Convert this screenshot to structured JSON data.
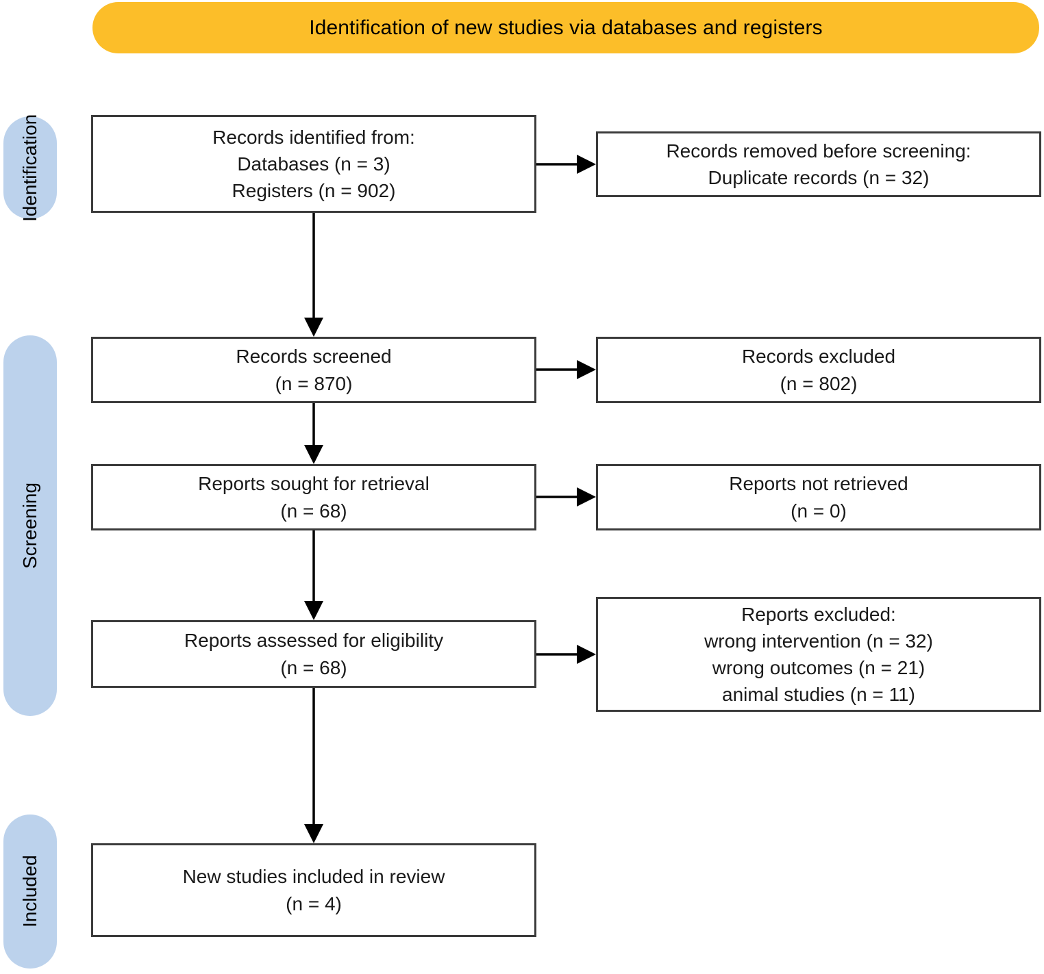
{
  "banner": {
    "title": "Identification of new studies via databases and registers"
  },
  "stages": [
    {
      "id": "identification",
      "label": "Identification"
    },
    {
      "id": "screening",
      "label": "Screening"
    },
    {
      "id": "included",
      "label": "Included"
    }
  ],
  "nodes": {
    "records_identified": "Records identified from:\nDatabases (n = 3)\nRegisters (n = 902)",
    "records_removed": "Records removed before screening:\nDuplicate records (n = 32)",
    "records_screened": "Records screened\n(n = 870)",
    "records_excluded": "Records excluded\n(n = 802)",
    "reports_sought": "Reports sought for retrieval\n(n = 68)",
    "reports_not_retrieved": "Reports not retrieved\n(n = 0)",
    "reports_assessed": "Reports assessed for eligibility\n(n = 68)",
    "reports_excluded": "Reports excluded:\nwrong intervention (n = 32)\nwrong outcomes  (n = 21)\nanimal studies (n = 11)",
    "new_studies_included": "New studies included in review\n(n = 4)"
  },
  "counts": {
    "databases": 3,
    "registers": 902,
    "duplicate_records_removed": 32,
    "records_screened": 870,
    "records_excluded": 802,
    "reports_sought": 68,
    "reports_not_retrieved": 0,
    "reports_assessed": 68,
    "excluded_wrong_intervention": 32,
    "excluded_wrong_outcomes": 21,
    "excluded_animal_studies": 11,
    "new_studies_included": 4
  },
  "colors": {
    "banner": "#FCBE29",
    "stage_pill": "#BCD2EC",
    "box_border": "#3B3B3B",
    "connector": "#000000",
    "text": "#1A1A1A"
  }
}
